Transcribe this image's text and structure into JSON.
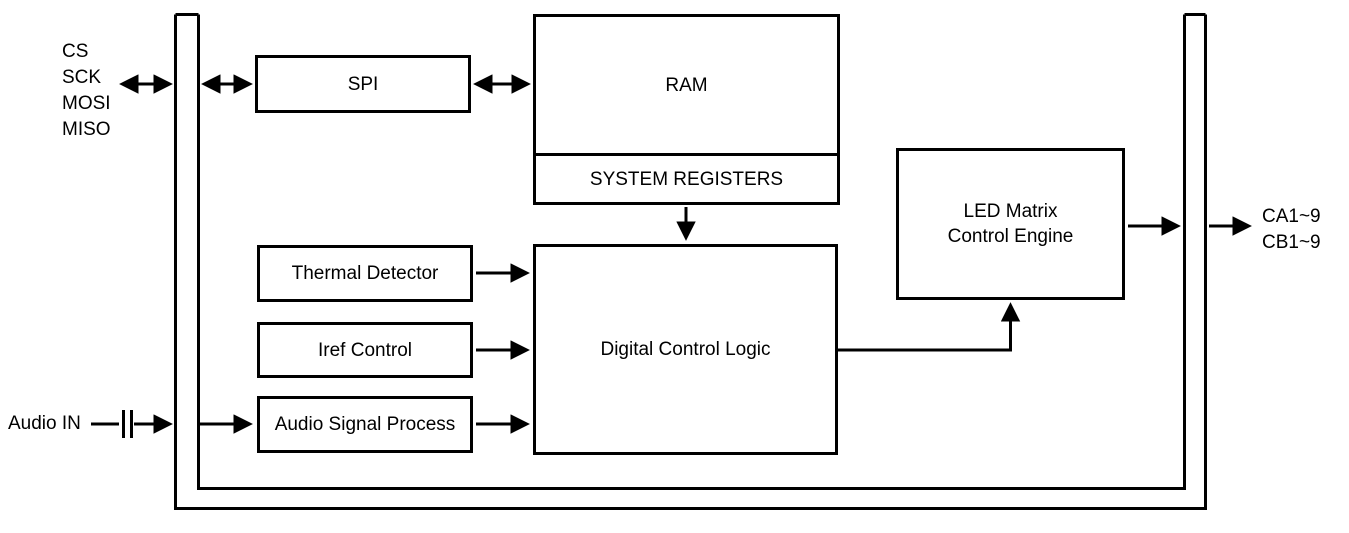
{
  "diagram": {
    "blocks": {
      "spi": "SPI",
      "ram": "RAM",
      "system_registers": "SYSTEM REGISTERS",
      "thermal_detector": "Thermal Detector",
      "iref_control": "Iref Control",
      "audio_signal_process": "Audio Signal Process",
      "digital_control_logic": "Digital Control Logic",
      "led_matrix_control_engine": [
        "LED Matrix",
        "Control Engine"
      ]
    },
    "pins": {
      "spi_pins": [
        "CS",
        "SCK",
        "MOSI",
        "MISO"
      ],
      "audio_in": "Audio IN",
      "output_pins": [
        "CA1~9",
        "CB1~9"
      ]
    },
    "colors": {
      "line": "#000000",
      "background": "#ffffff",
      "text": "#000000"
    }
  }
}
